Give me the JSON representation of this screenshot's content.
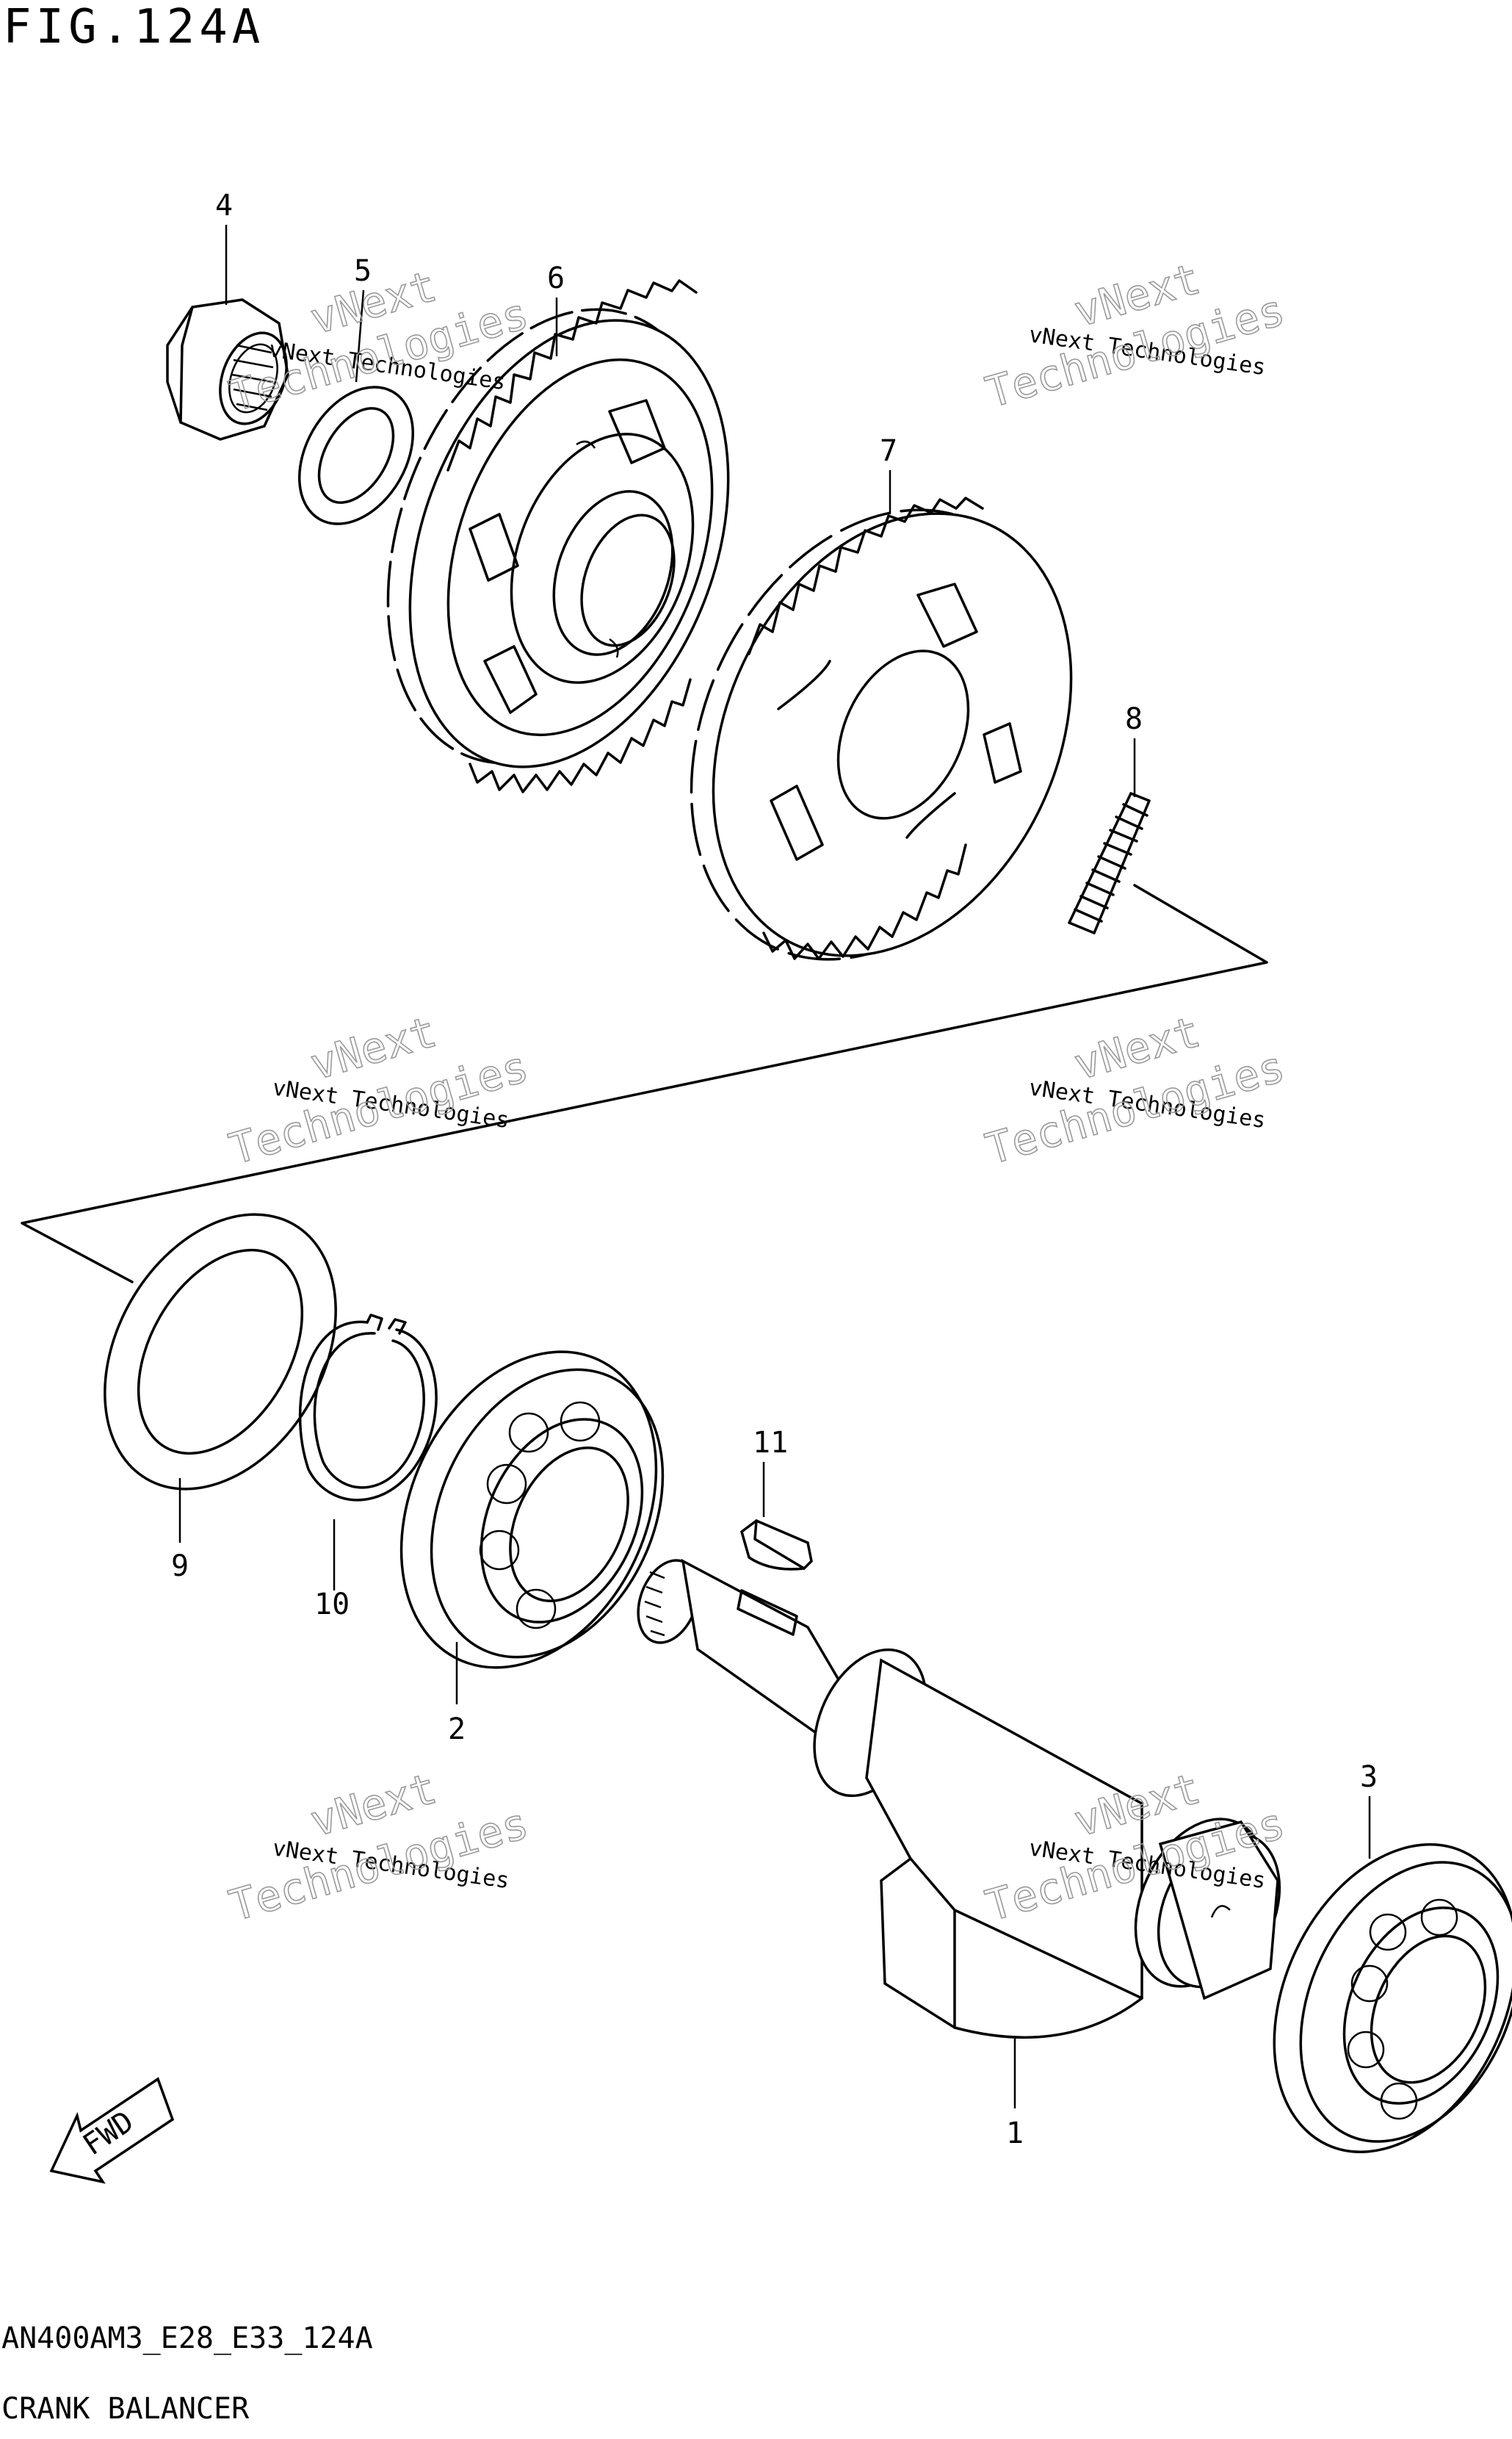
{
  "figure": {
    "title": "FIG.124A",
    "code": "AN400AM3_E28_E33_124A",
    "subtitle": "CRANK BALANCER"
  },
  "watermark": {
    "line1": "vNext Technologies",
    "line2": "vNext",
    "line3": "Technologies"
  },
  "fwd_label": "FWD",
  "parts": [
    {
      "number": "1"
    },
    {
      "number": "2"
    },
    {
      "number": "3"
    },
    {
      "number": "4"
    },
    {
      "number": "5"
    },
    {
      "number": "6"
    },
    {
      "number": "7"
    },
    {
      "number": "8"
    },
    {
      "number": "9"
    },
    {
      "number": "10"
    },
    {
      "number": "11"
    }
  ]
}
